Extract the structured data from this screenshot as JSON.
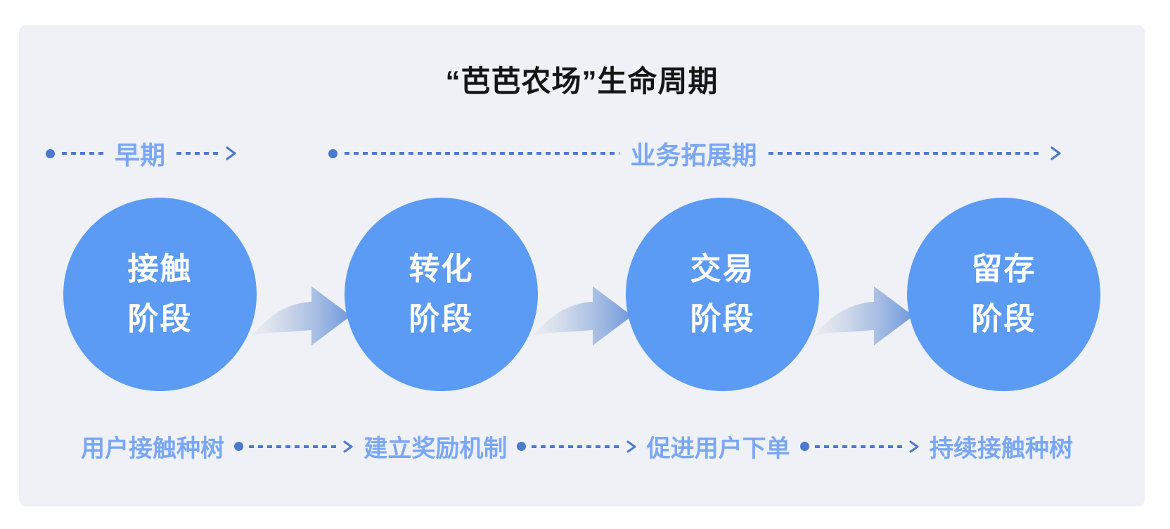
{
  "title": "“芭芭农场”生命周期",
  "phases": [
    {
      "label": "早期"
    },
    {
      "label": "业务拓展期"
    }
  ],
  "stages": [
    {
      "line1": "接触",
      "line2": "阶段",
      "caption": "用户接触种树"
    },
    {
      "line1": "转化",
      "line2": "阶段",
      "caption": "建立奖励机制"
    },
    {
      "line1": "交易",
      "line2": "阶段",
      "caption": "促进用户下单"
    },
    {
      "line1": "留存",
      "line2": "阶段",
      "caption": "持续接触种树"
    }
  ],
  "colors": {
    "card_background": "#EFF1F6",
    "circle_blue": "#5B9BF3",
    "label_blue": "#7AA7F5",
    "dash_blue": "#4B79CE",
    "title_color": "#151515",
    "circle_text": "#FFFFFF"
  },
  "icons": {
    "dot": "filled-circle",
    "arrowhead": "chevron-right",
    "stage_arrow": "gradient-swoosh-arrow-right"
  }
}
